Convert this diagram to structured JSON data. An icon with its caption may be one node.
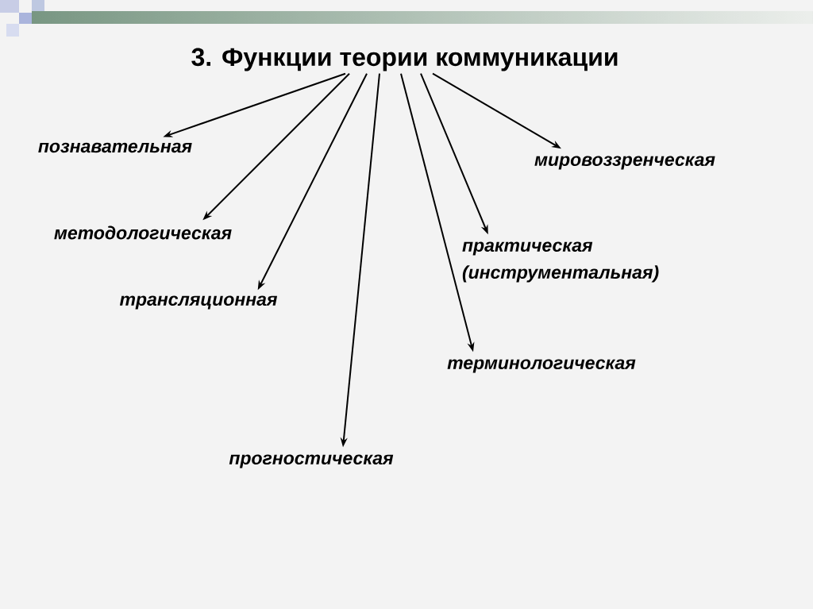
{
  "diagram": {
    "nodes": [
      {
        "text": [
          "3. Функции теории коммуникации"
        ]
      },
      {
        "text": [
          "познавательная"
        ]
      },
      {
        "text": [
          "мировоззренческая"
        ]
      },
      {
        "text": [
          "методологическая"
        ]
      },
      {
        "text": [
          "практическая (инструментальная)"
        ]
      },
      {
        "text": [
          "трансляционная"
        ]
      },
      {
        "text": [
          "терминологическая"
        ]
      },
      {
        "text": [
          "прогностическая"
        ]
      }
    ],
    "edges": [
      {
        "from": 0,
        "to": 1,
        "arrow": "to"
      },
      {
        "from": 0,
        "to": 2,
        "arrow": "to"
      },
      {
        "from": 0,
        "to": 3,
        "arrow": "to"
      },
      {
        "from": 0,
        "to": 4,
        "arrow": "to"
      },
      {
        "from": 0,
        "to": 5,
        "arrow": "to"
      },
      {
        "from": 0,
        "to": 6,
        "arrow": "to"
      },
      {
        "from": 0,
        "to": 7,
        "arrow": "to"
      }
    ]
  }
}
